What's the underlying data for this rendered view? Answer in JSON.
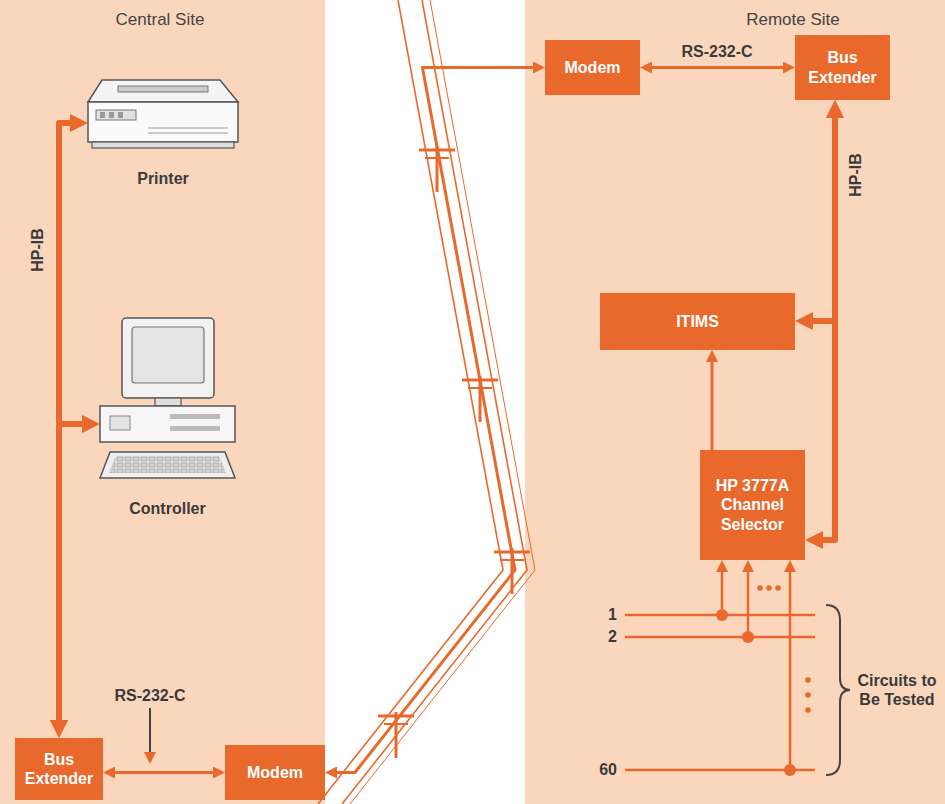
{
  "diagram": {
    "nodes": [
      {
        "text": [
          "Central Site"
        ]
      },
      {
        "text": [
          "Printer"
        ],
        "in": 0
      },
      {
        "text": [
          "Controller"
        ],
        "in": 0
      },
      {
        "text": [
          "Bus Extender"
        ],
        "in": 0
      },
      {
        "text": [
          "Modem"
        ],
        "in": 0
      },
      {
        "text": [
          "Remote Site"
        ]
      },
      {
        "text": [
          "Modem"
        ],
        "in": 5
      },
      {
        "text": [
          "Bus Extender"
        ],
        "in": 5
      },
      {
        "text": [
          "ITIMS"
        ],
        "in": 5
      },
      {
        "text": [
          "HP 3777A Channel Selector"
        ],
        "in": 5
      }
    ],
    "edges": [
      {
        "from": 3,
        "to": 1,
        "arrow": "both"
      },
      {
        "from": 3,
        "to": 2,
        "arrow": "both"
      },
      {
        "from": 3,
        "to": 4,
        "arrow": "both"
      },
      {
        "from": 4,
        "to": 6,
        "arrow": "both"
      },
      {
        "from": 6,
        "to": 7,
        "arrow": "both"
      },
      {
        "from": 7,
        "to": 8,
        "arrow": "both"
      },
      {
        "from": 7,
        "to": 9,
        "arrow": "both"
      },
      {
        "from": 9,
        "to": 8,
        "arrow": "to"
      }
    ],
    "labels": [
      "HP-IB",
      "RS-232-C",
      "RS-232-C",
      "HP-IB",
      "1",
      "2",
      "60",
      "Circuits to Be Tested"
    ]
  }
}
